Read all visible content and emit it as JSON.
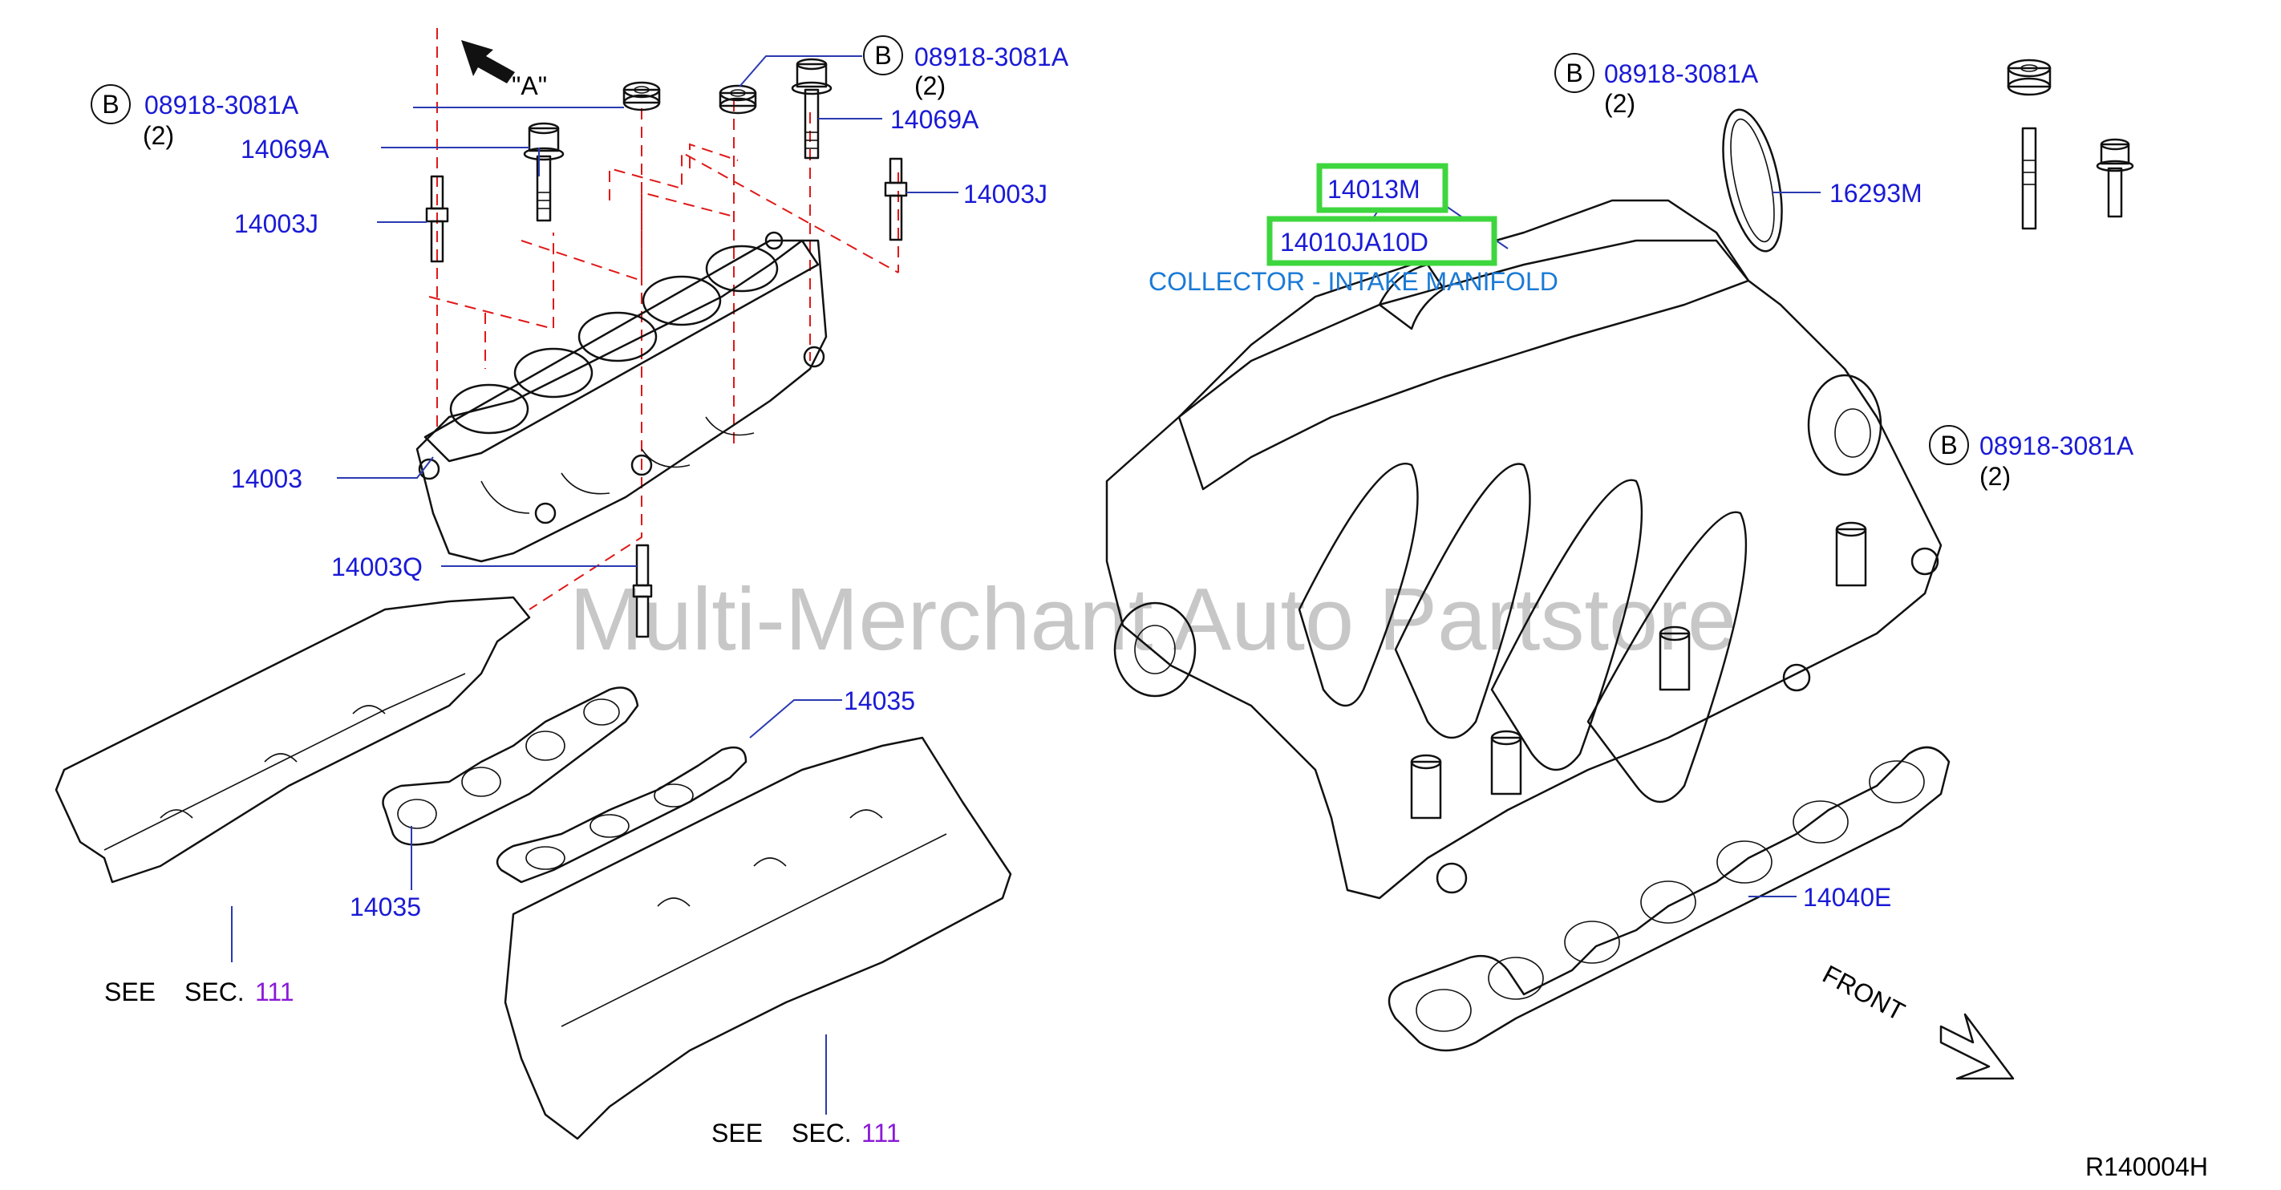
{
  "callouts": {
    "b_symbol": "B",
    "bolt_08918_1": "08918-3081A",
    "qty_1": "(2)",
    "bolt_08918_2": "08918-3081A",
    "qty_2": "(2)",
    "bolt_08918_3": "08918-3081A",
    "qty_3": "(2)",
    "bolt_08918_4": "08918-3081A",
    "qty_4": "(2)",
    "view_a": "\"A\"",
    "p14069a_left": "14069A",
    "p14069a_right": "14069A",
    "p14003j_left": "14003J",
    "p14003j_right": "14003J",
    "p14003": "14003",
    "p14003q": "14003Q",
    "p14035_upper": "14035",
    "p14035_lower": "14035",
    "p14013m": "14013M",
    "p14010ja10d": "14010JA10D",
    "collector_title": "COLLECTOR - INTAKE MANIFOLD",
    "p16293m": "16293M",
    "p14040e": "14040E",
    "see_1": "SEE",
    "sec_1": "SEC.",
    "sec_num_1": "111",
    "see_2": "SEE",
    "sec_2": "SEC.",
    "sec_num_2": "111",
    "front": "FRONT",
    "diagram_id": "R140004H"
  },
  "watermark": "Multi-Merchant Auto Partstore",
  "colors": {
    "part_number": "#1a1ad6",
    "highlight": "#3ed63e",
    "guide_lines": "#e01818",
    "title": "#1a7ad6",
    "section_number": "#8a1ad6"
  }
}
